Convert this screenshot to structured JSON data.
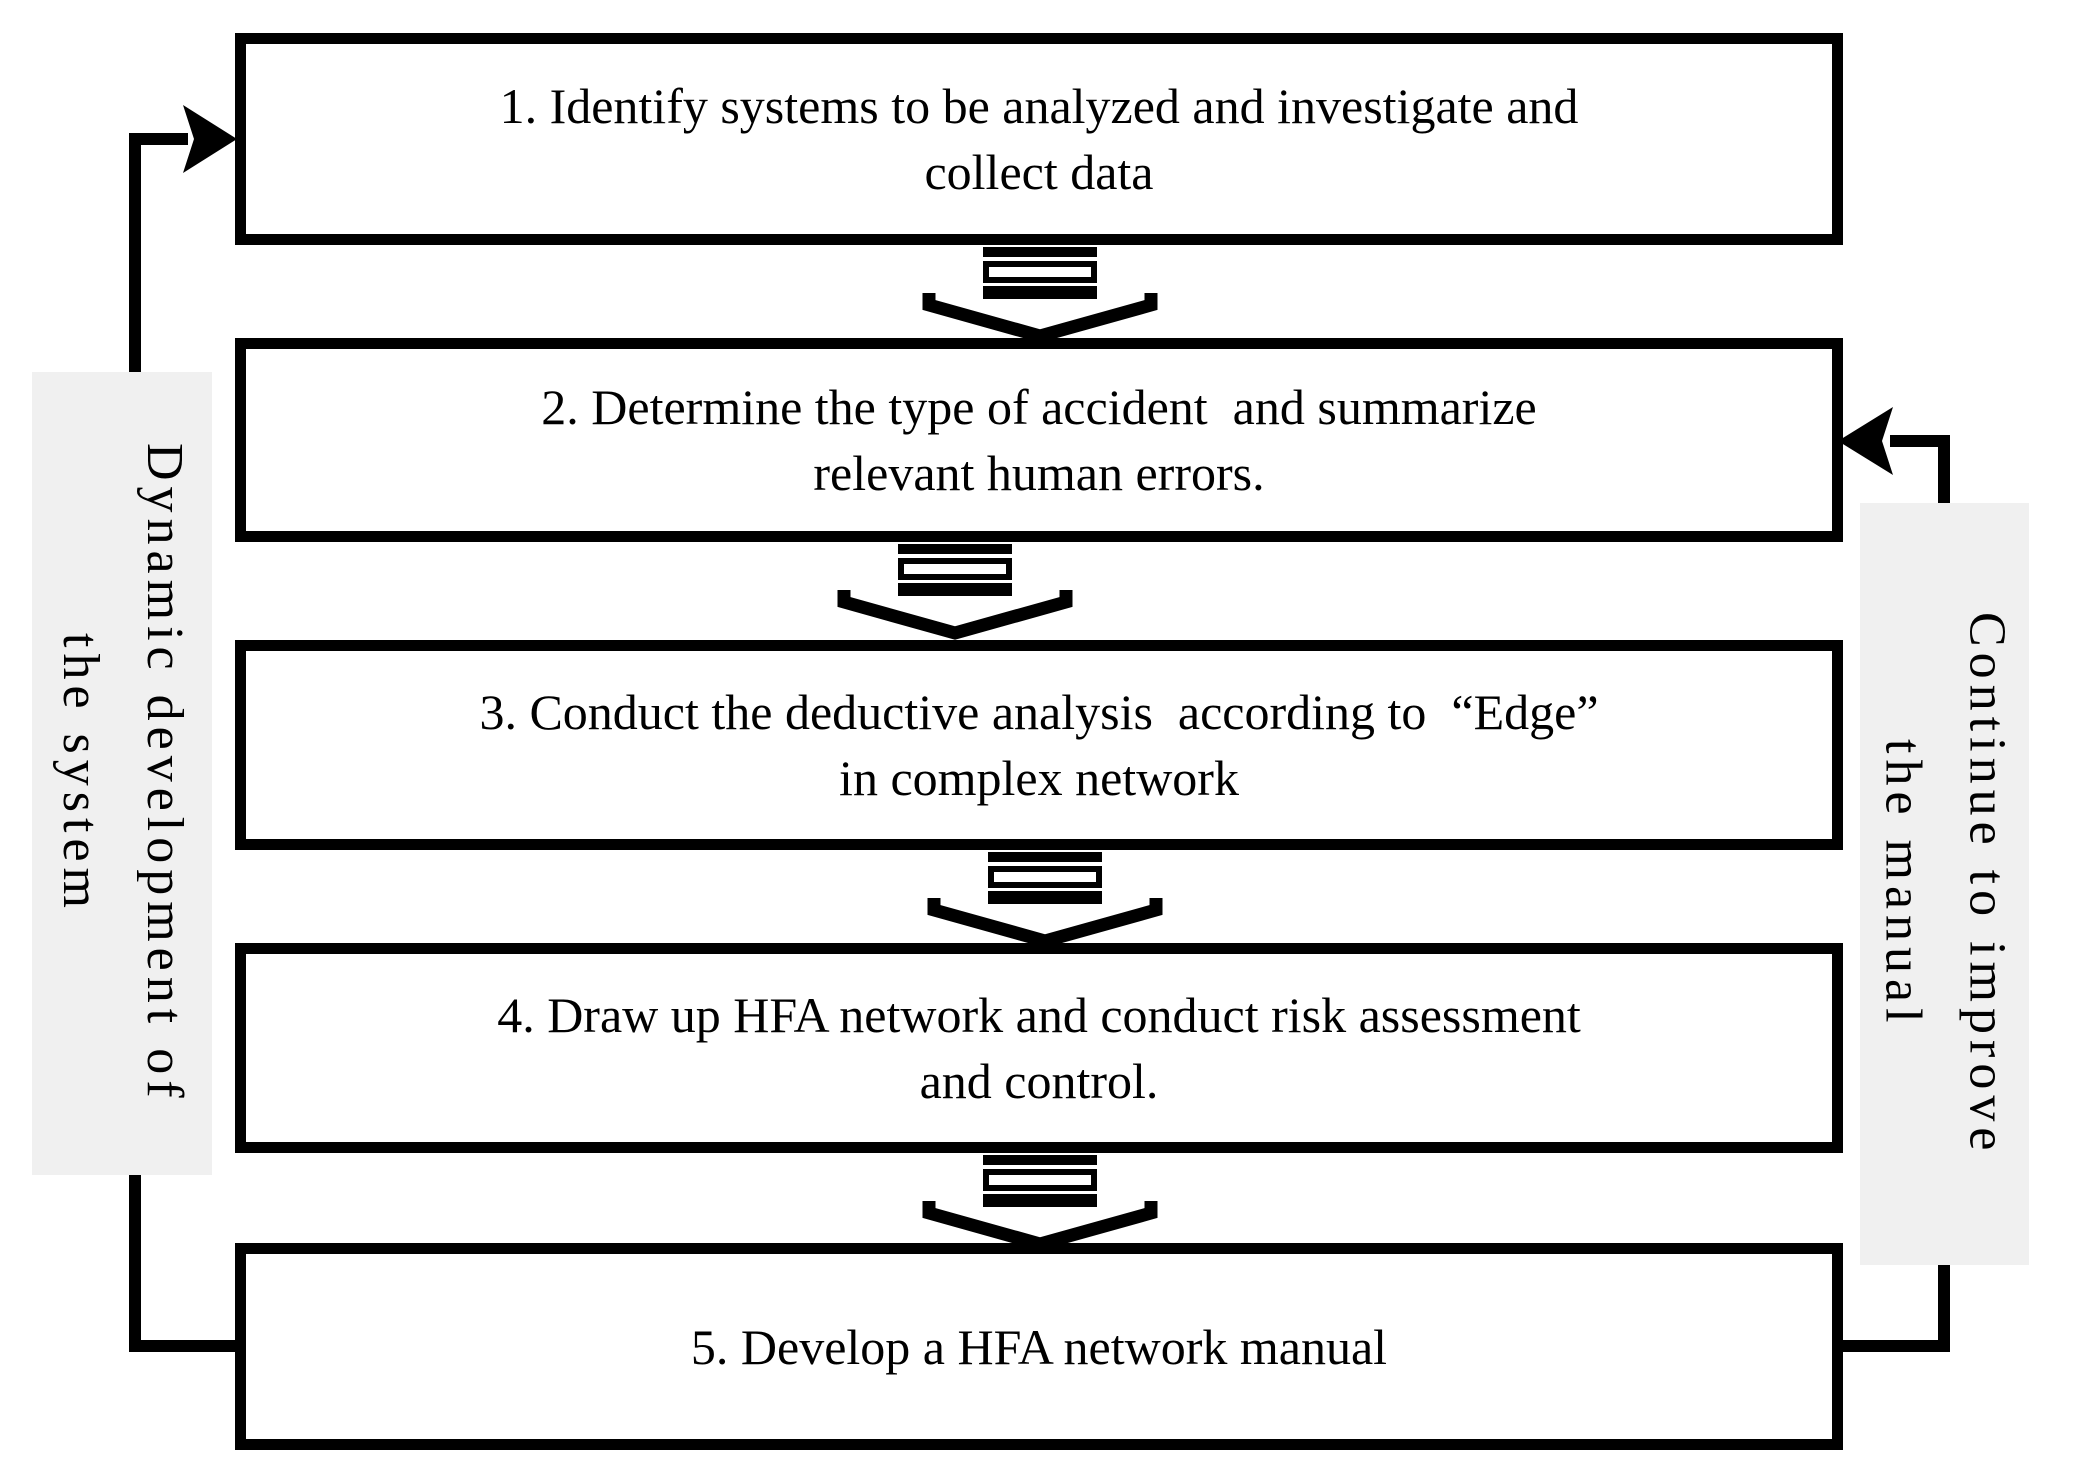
{
  "steps": [
    {
      "text": "1. Identify systems to be analyzed and investigate and\ncollect data"
    },
    {
      "text": "2. Determine the type of accident  and summarize\nrelevant human errors."
    },
    {
      "text": "3. Conduct the deductive analysis  according to  “Edge”\nin complex network"
    },
    {
      "text": "4. Draw up HFA network and conduct risk assessment\nand control."
    },
    {
      "text": "5. Develop a HFA network manual"
    }
  ],
  "loops": {
    "left_label": "Dynamic development of\nthe system",
    "right_label": "Continue to improve\nthe manual"
  },
  "colors": {
    "line": "#000000",
    "label_bg": "#f0f0f0",
    "box_bg": "#ffffff",
    "text": "#000000"
  }
}
